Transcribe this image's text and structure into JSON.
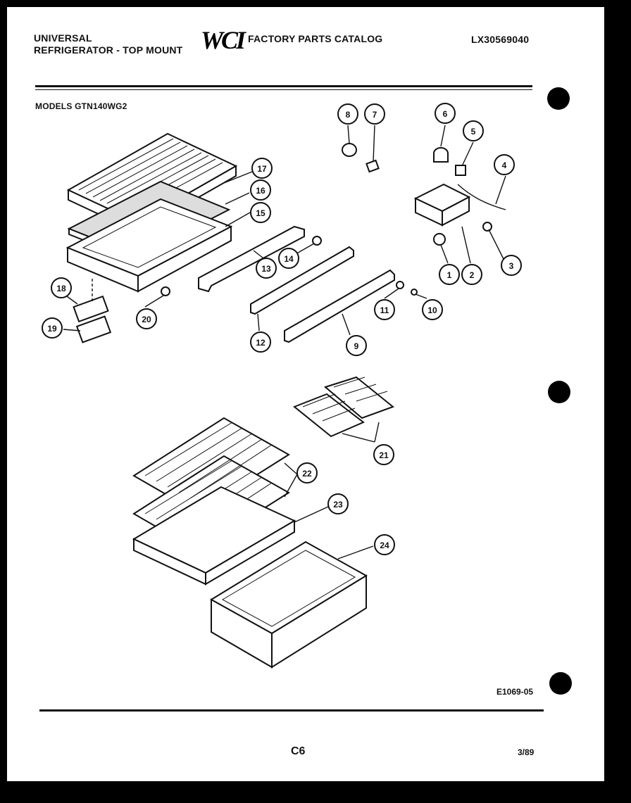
{
  "header": {
    "left_line1": "UNIVERSAL",
    "left_line2": "REFRIGERATOR - TOP MOUNT",
    "logo": "WCI",
    "catalog": "FACTORY PARTS CATALOG",
    "catalog_number": "LX30569040",
    "models": "MODELS GTN140WG2"
  },
  "callouts": [
    "1",
    "2",
    "3",
    "4",
    "5",
    "6",
    "7",
    "8",
    "9",
    "10",
    "11",
    "12",
    "13",
    "14",
    "15",
    "16",
    "17",
    "18",
    "19",
    "20",
    "21",
    "22",
    "23",
    "24"
  ],
  "footer": {
    "figure_code": "E1069-05",
    "page": "C6",
    "date": "3/89"
  }
}
